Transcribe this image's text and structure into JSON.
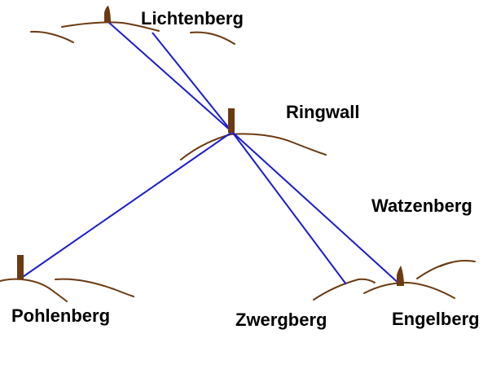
{
  "colors": {
    "background": "#ffffff",
    "sight_line": "#1c1ccf",
    "terrain": "#6b3a10",
    "marker": "#6b3a10",
    "label_text": "#000000"
  },
  "labels": {
    "lichtenberg": "Lichtenberg",
    "ringwall": "Ringwall",
    "watzenberg": "Watzenberg",
    "pohlenberg": "Pohlenberg",
    "zwergberg": "Zwergberg",
    "engelberg": "Engelberg"
  },
  "sight_lines": [
    [
      "lichtenberg",
      "ringwall"
    ],
    [
      "lichtenberg",
      "ringwall"
    ],
    [
      "ringwall",
      "pohlenberg"
    ],
    [
      "ringwall",
      "zwergberg"
    ],
    [
      "ringwall",
      "engelberg"
    ]
  ]
}
